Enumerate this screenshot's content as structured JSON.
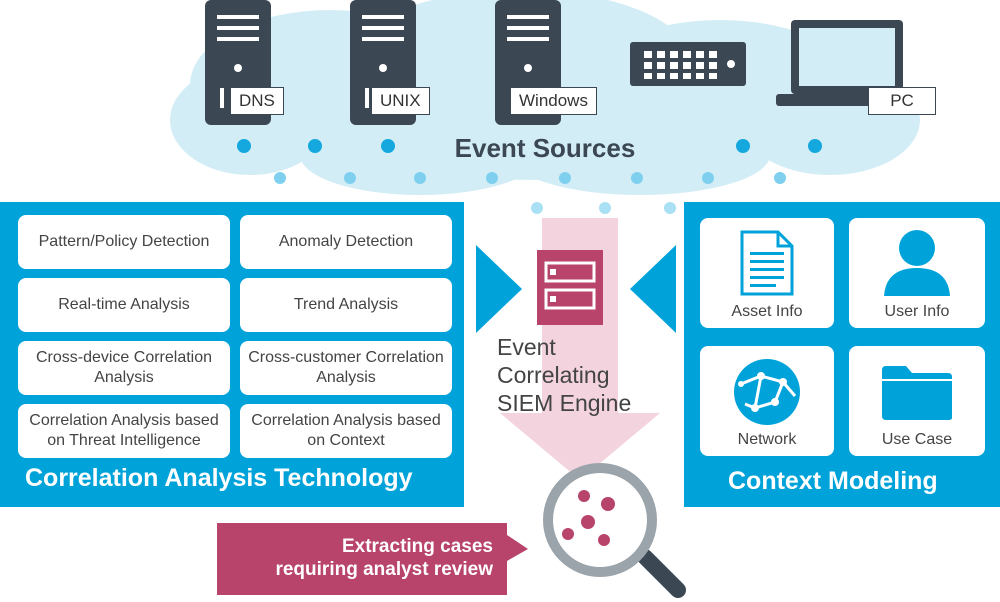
{
  "sources": {
    "devices": [
      {
        "name": "server-dns",
        "label": "DNS"
      },
      {
        "name": "server-unix",
        "label": "UNIX"
      },
      {
        "name": "server-windows",
        "label": "Windows"
      },
      {
        "name": "network-appliance",
        "label": ""
      },
      {
        "name": "laptop-pc",
        "label": "PC"
      }
    ],
    "title": "Event Sources"
  },
  "correlation": {
    "title": "Correlation Analysis Technology",
    "items": [
      "Pattern/Policy Detection",
      "Anomaly Detection",
      "Real-time Analysis",
      "Trend Analysis",
      "Cross-device Correlation Analysis",
      "Cross-customer Correlation Analysis",
      "Correlation Analysis based on Threat Intelligence",
      "Correlation Analysis based on Context"
    ]
  },
  "context": {
    "title": "Context Modeling",
    "items": [
      {
        "label": "Asset Info",
        "icon": "document-icon"
      },
      {
        "label": "User Info",
        "icon": "user-icon"
      },
      {
        "label": "Network",
        "icon": "network-globe-icon"
      },
      {
        "label": "Use Case",
        "icon": "folder-icon"
      }
    ]
  },
  "engine": {
    "lines": [
      "Event",
      "Correlating",
      "SIEM Engine"
    ]
  },
  "output": {
    "lines": [
      "Extracting cases",
      "requiring analyst review"
    ]
  },
  "colors": {
    "blue": "#00a3d9",
    "cloud": "#d3edf7",
    "dark": "#3b4752",
    "magenta": "#b8436b",
    "pink_arrow": "#f2d3de"
  }
}
